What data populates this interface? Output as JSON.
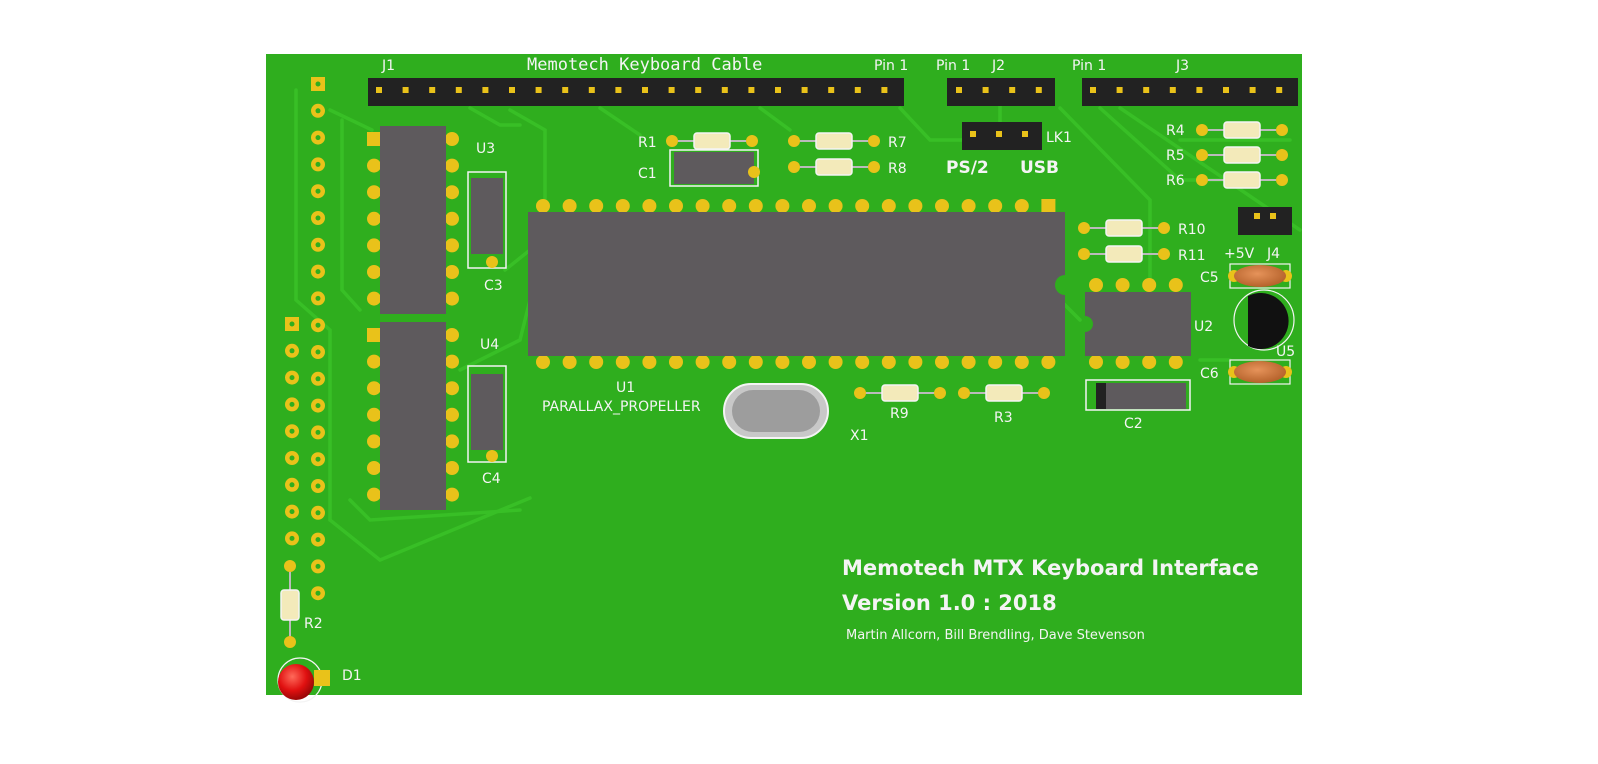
{
  "board": {
    "color": "#2fae1e",
    "trace_color": "#36bd24",
    "pad_color": "#e9c21a",
    "ic_color": "#5e5a5d",
    "led_color": "#e01010"
  },
  "headers": {
    "j1_label": "J1",
    "j1_title": "Memotech Keyboard Cable",
    "j1_pin1": "Pin 1",
    "j2_pin1": "Pin 1",
    "j2_label": "J2",
    "j3_pin1": "Pin 1",
    "j3_label": "J3",
    "lk1_label": "LK1",
    "ps2_label": "PS/2",
    "usb_label": "USB",
    "j4_label": "J4",
    "plus5v_label": "+5V"
  },
  "components": {
    "u1": "U1",
    "u1_part": "PARALLAX_PROPELLER",
    "u2": "U2",
    "u3": "U3",
    "u4": "U4",
    "u5": "U5",
    "x1": "X1",
    "d1": "D1",
    "r1": "R1",
    "r2": "R2",
    "r3": "R3",
    "r4": "R4",
    "r5": "R5",
    "r6": "R6",
    "r7": "R7",
    "r8": "R8",
    "r9": "R9",
    "r10": "R10",
    "r11": "R11",
    "c1": "C1",
    "c2": "C2",
    "c3": "C3",
    "c4": "C4",
    "c5": "C5",
    "c6": "C6"
  },
  "credits": {
    "title": "Memotech MTX Keyboard Interface",
    "version": "Version 1.0 : 2018",
    "authors": "Martin Allcorn, Bill Brendling, Dave Stevenson"
  }
}
